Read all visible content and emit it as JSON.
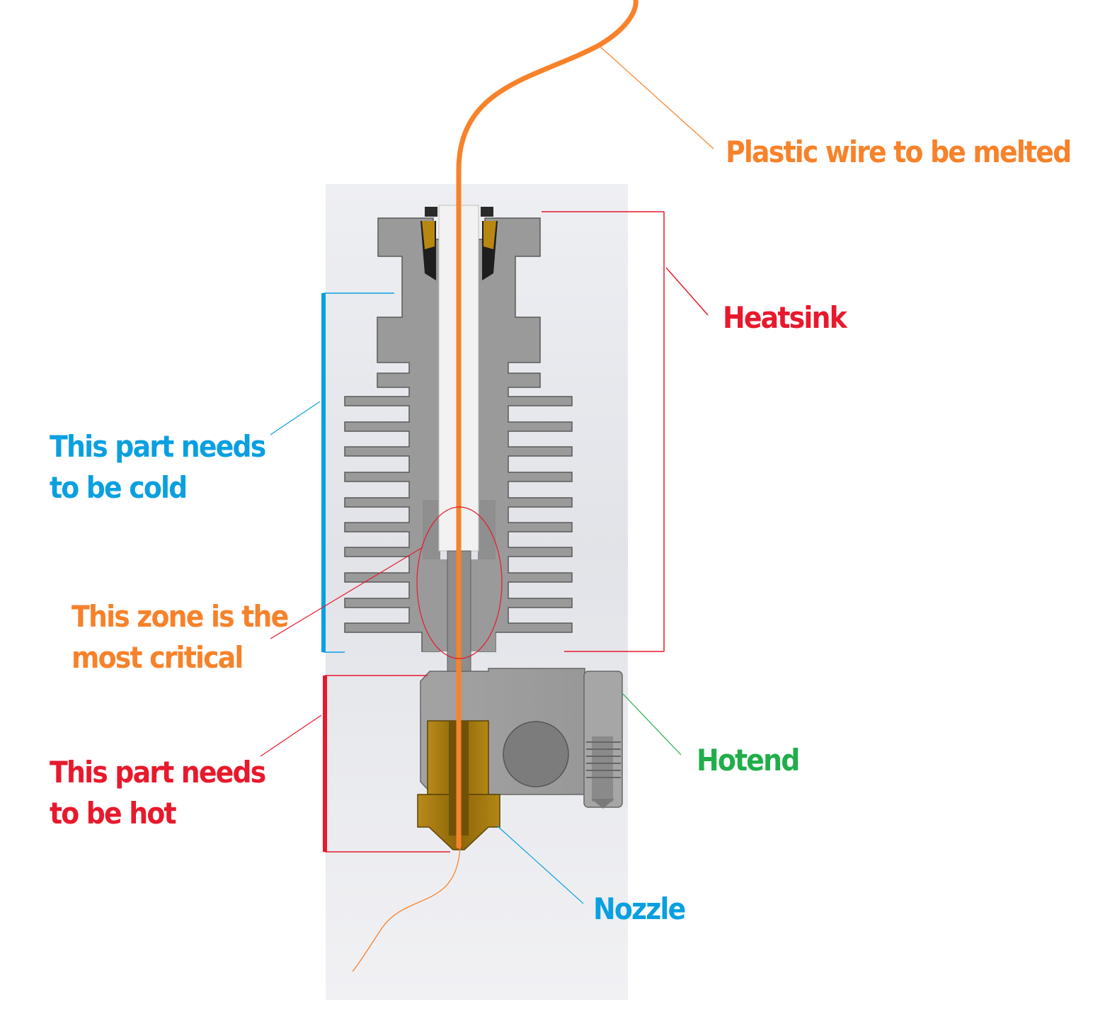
{
  "colors": {
    "orange": "#F7822A",
    "red": "#E8192C",
    "blue": "#0AA0E0",
    "green": "#20AE4A",
    "steel": "#9C9C9C",
    "brass": "#A77B12",
    "background_panel": "#E9EAEE"
  },
  "labels": {
    "plastic_wire": "Plastic wire to be melted",
    "heatsink": "Heatsink",
    "cold_part_line1": "This part needs",
    "cold_part_line2": "to be cold",
    "critical_zone_line1": "This zone is the",
    "critical_zone_line2": "most critical",
    "hot_part_line1": "This part needs",
    "hot_part_line2": "to be hot",
    "hotend": "Hotend",
    "nozzle": "Nozzle"
  }
}
